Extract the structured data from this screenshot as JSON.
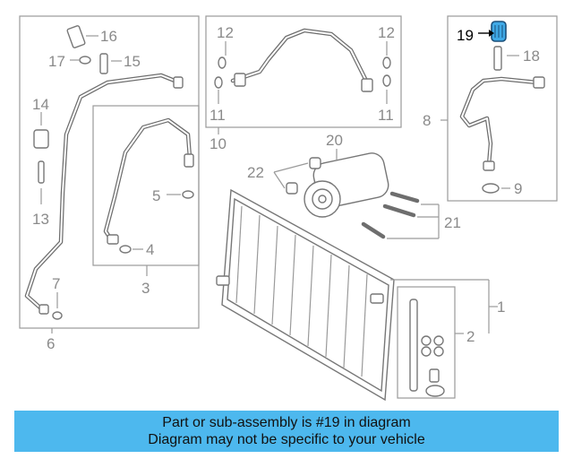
{
  "callouts": {
    "c1": "1",
    "c2": "2",
    "c3": "3",
    "c4": "4",
    "c5": "5",
    "c6": "6",
    "c7": "7",
    "c8": "8",
    "c9": "9",
    "c10": "10",
    "c11a": "11",
    "c11b": "11",
    "c12a": "12",
    "c12b": "12",
    "c13": "13",
    "c14": "14",
    "c15": "15",
    "c16": "16",
    "c17": "17",
    "c18": "18",
    "c19": "19",
    "c20": "20",
    "c21": "21",
    "c22": "22"
  },
  "highlight": {
    "part_number": "19",
    "color": "#3fa9e6"
  },
  "banner": {
    "line1": "Part or sub-assembly is #19 in diagram",
    "line2": "Diagram may not be specific to your vehicle",
    "background": "#4db8ee"
  }
}
